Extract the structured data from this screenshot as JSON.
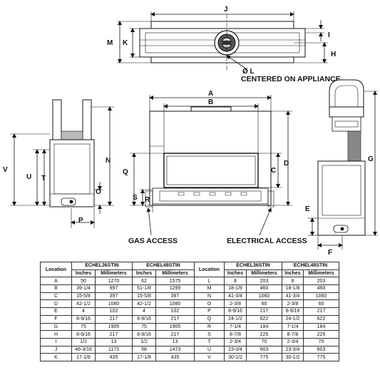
{
  "labels": {
    "top": {
      "J": "J",
      "K": "K",
      "M": "M",
      "I": "I",
      "H": "H",
      "L": "Ø L",
      "centered": "CENTERED ON APPLIANCE"
    },
    "front": {
      "A": "A",
      "B": "B",
      "C": "C",
      "D": "D",
      "Q": "Q",
      "S": "S",
      "R": "R"
    },
    "side_left": {
      "V": "V",
      "U": "U",
      "T": "T",
      "N": "N",
      "O": "O",
      "P": "P"
    },
    "side_right": {
      "G": "G",
      "E": "E",
      "F": "F"
    },
    "captions": {
      "gas": "GAS ACCESS",
      "electrical": "ELECTRICAL ACCESS"
    }
  },
  "tables": [
    {
      "location_header": "Location",
      "models": [
        "ECHEL36STIN",
        "ECHEL48STIN"
      ],
      "units": [
        "Inches",
        "Millimeters"
      ],
      "rows": [
        [
          "A",
          "50",
          "1270",
          "62",
          "1575"
        ],
        [
          "B",
          "39-1/4",
          "997",
          "51-1/8",
          "1299"
        ],
        [
          "C",
          "15-5/8",
          "397",
          "15-5/8",
          "397"
        ],
        [
          "D",
          "42-1/2",
          "1080",
          "42-1/2",
          "1080"
        ],
        [
          "E",
          "4",
          "102",
          "4",
          "102"
        ],
        [
          "F",
          "8-9/16",
          "217",
          "8-9/16",
          "217"
        ],
        [
          "G",
          "75",
          "1905",
          "75",
          "1905"
        ],
        [
          "H",
          "8-9/16",
          "217",
          "8-9/16",
          "217"
        ],
        [
          "I",
          "1/2",
          "13",
          "1/2",
          "13"
        ],
        [
          "J",
          "46-3/16",
          "1173",
          "58",
          "1473"
        ],
        [
          "K",
          "17-1/8",
          "435",
          "17-1/8",
          "435"
        ]
      ]
    },
    {
      "location_header": "Location",
      "models": [
        "ECHEL36STIN",
        "ECHEL48STIN"
      ],
      "units": [
        "Inches",
        "Millimeters"
      ],
      "rows": [
        [
          "L",
          "8",
          "203",
          "8",
          "203"
        ],
        [
          "M",
          "18-1/8",
          "460",
          "18-1/8",
          "460"
        ],
        [
          "N",
          "41-3/4",
          "1060",
          "41-3/4",
          "1060"
        ],
        [
          "O",
          "2-3/8",
          "60",
          "2-3/8",
          "60"
        ],
        [
          "P",
          "8-9/16",
          "217",
          "8-9/16",
          "217"
        ],
        [
          "Q",
          "24-1/2",
          "622",
          "24-1/2",
          "622"
        ],
        [
          "R",
          "7-1/4",
          "184",
          "7-1/4",
          "184"
        ],
        [
          "S",
          "8-7/8",
          "225",
          "8-7/8",
          "225"
        ],
        [
          "T",
          "2-3/4",
          "70",
          "2-3/4",
          "70"
        ],
        [
          "U",
          "23-3/4",
          "603",
          "23-3/4",
          "603"
        ],
        [
          "V",
          "30-1/2",
          "775",
          "30-1/2",
          "775"
        ]
      ]
    }
  ]
}
